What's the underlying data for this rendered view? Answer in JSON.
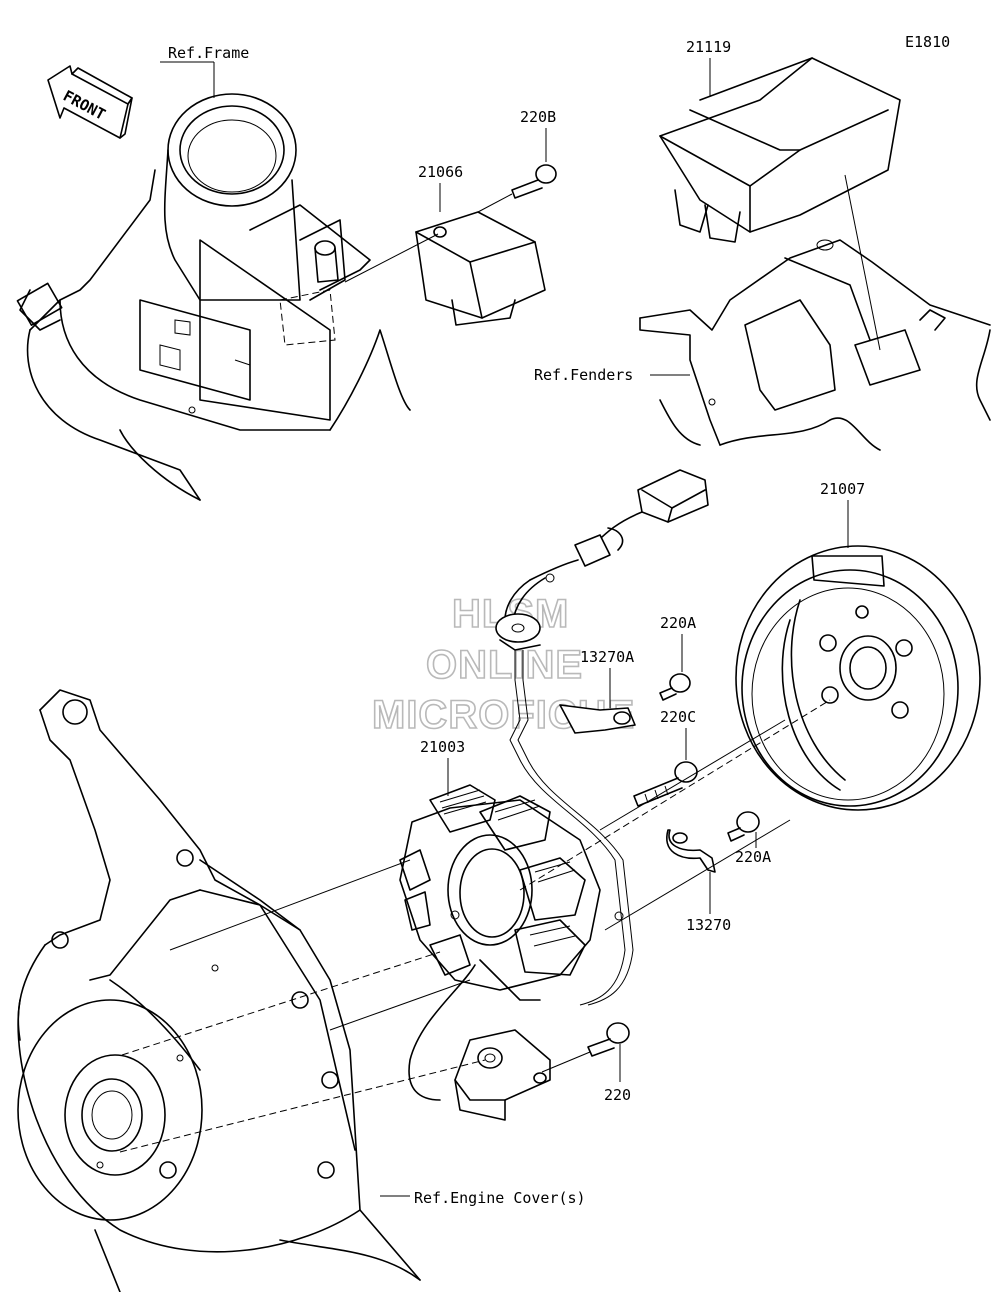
{
  "diagram": {
    "code": "E1810",
    "front_label": "FRONT",
    "watermark": [
      "HLSM",
      "ONLINE",
      "MICROFICHE"
    ],
    "callouts": [
      {
        "id": "ref-frame",
        "text": "Ref.Frame"
      },
      {
        "id": "ref-fenders",
        "text": "Ref.Fenders"
      },
      {
        "id": "ref-engine-cover",
        "text": "Ref.Engine Cover(s)"
      },
      {
        "id": "part-21119",
        "text": "21119"
      },
      {
        "id": "part-220b",
        "text": "220B"
      },
      {
        "id": "part-21066",
        "text": "21066"
      },
      {
        "id": "part-21007",
        "text": "21007"
      },
      {
        "id": "part-220a-top",
        "text": "220A"
      },
      {
        "id": "part-13270a",
        "text": "13270A"
      },
      {
        "id": "part-220c",
        "text": "220C"
      },
      {
        "id": "part-21003",
        "text": "21003"
      },
      {
        "id": "part-220a-right",
        "text": "220A"
      },
      {
        "id": "part-13270",
        "text": "13270"
      },
      {
        "id": "part-220",
        "text": "220"
      }
    ]
  }
}
